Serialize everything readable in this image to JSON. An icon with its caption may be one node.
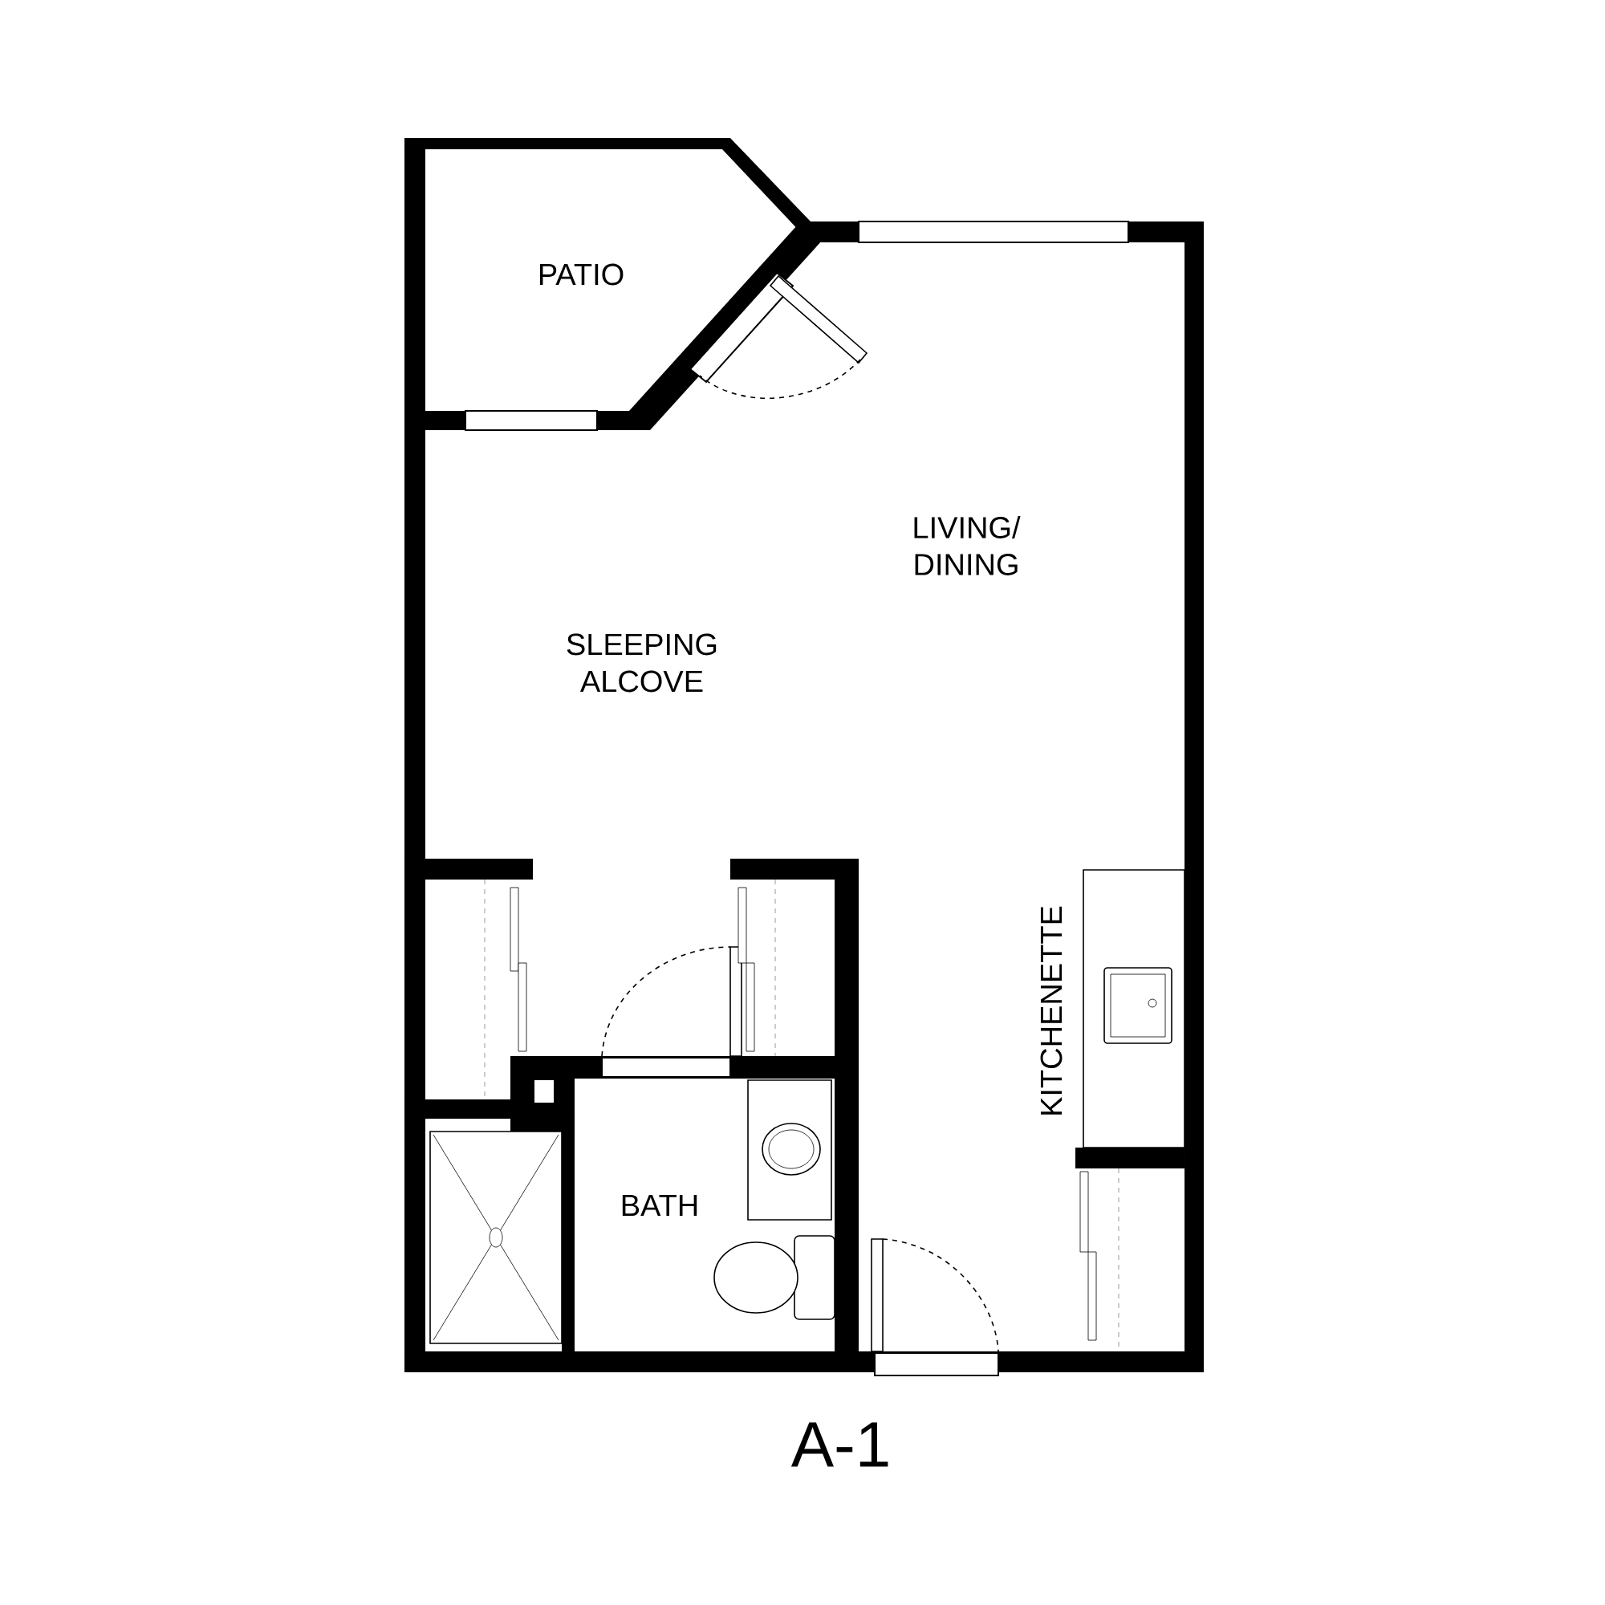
{
  "diagram": {
    "title": "A-1",
    "labels": [
      "PATIO",
      "LIVING/ DINING",
      "SLEEPING ALCOVE",
      "KITCHENETTE",
      "BATH"
    ]
  }
}
